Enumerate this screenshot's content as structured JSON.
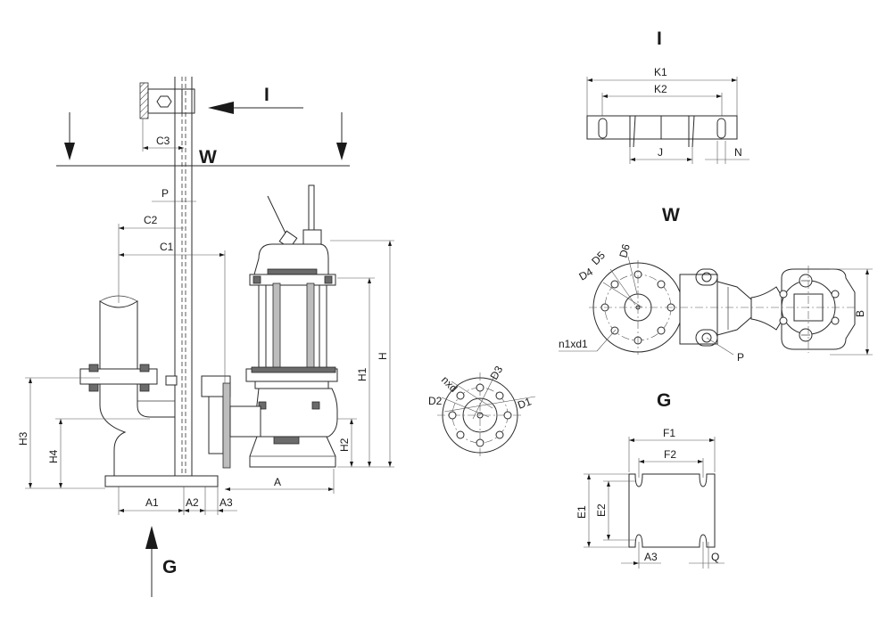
{
  "views": {
    "side": {
      "title": "",
      "dims": {
        "C3": "C3",
        "P": "P",
        "C2": "C2",
        "C1": "C1",
        "H": "H",
        "H1": "H1",
        "H2": "H2",
        "H3": "H3",
        "H4": "H4",
        "A": "A",
        "A1": "A1",
        "A2": "A2",
        "A3": "A3"
      },
      "markers": {
        "W": "W",
        "I": "I",
        "G": "G"
      }
    },
    "flange": {
      "dims": {
        "nxd": "nxd",
        "D1": "D1",
        "D2": "D2",
        "D3": "D3"
      }
    },
    "view_I": {
      "title": "I",
      "dims": {
        "K1": "K1",
        "K2": "K2",
        "J": "J",
        "N": "N"
      }
    },
    "view_W": {
      "title": "W",
      "dims": {
        "D4": "D4",
        "D5": "D5",
        "D6": "D6",
        "n1xd1": "n1xd1",
        "P": "P",
        "B": "B"
      }
    },
    "view_G": {
      "title": "G",
      "dims": {
        "F1": "F1",
        "F2": "F2",
        "E1": "E1",
        "E2": "E2",
        "A3": "A3",
        "Q": "Q"
      }
    }
  }
}
